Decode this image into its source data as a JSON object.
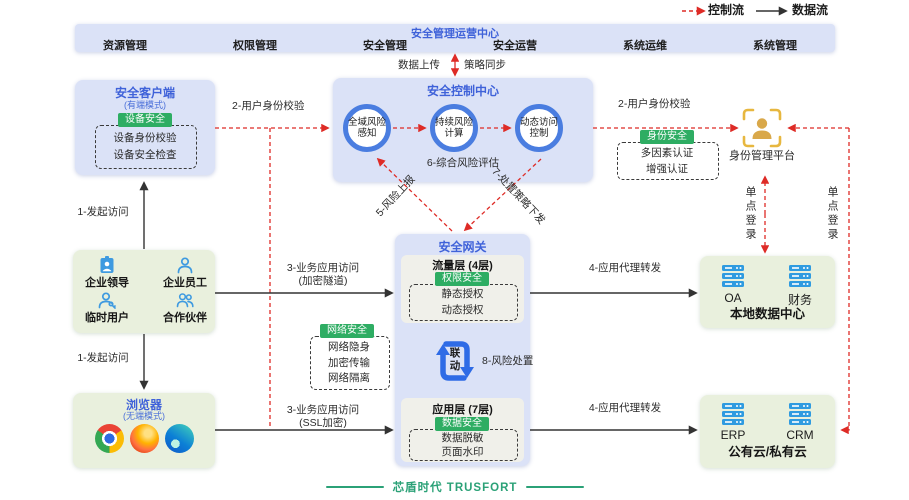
{
  "colors": {
    "accent_blue": "#3f62d9",
    "panel_blue": "#dbe2f7",
    "panel_green": "#e9f0dd",
    "inner_panel": "#f0f0ea",
    "badge_green": "#2ead63",
    "flow_red": "#de2b26",
    "flow_black": "#333333",
    "icon_blue": "#2f9be0",
    "brand_teal": "#2ba177",
    "scan_yellow": "#e7b73f"
  },
  "legend": {
    "control_flow": "控制流",
    "data_flow": "数据流"
  },
  "ops_center": {
    "title": "安全管理运营中心",
    "items": [
      "资源管理",
      "权限管理",
      "安全管理",
      "安全运营",
      "系统运维",
      "系统管理"
    ]
  },
  "sync": {
    "upload": "数据上传",
    "policy": "策略同步"
  },
  "control_center": {
    "title": "安全控制中心",
    "nodes": [
      "全域风险感知",
      "持续风险计算",
      "动态访问控制"
    ],
    "assessment": "6-综合风险评估"
  },
  "client": {
    "title": "安全客户端",
    "subtitle": "(有端模式)",
    "badge": "设备安全",
    "items": [
      "设备身份校验",
      "设备安全检查"
    ]
  },
  "identity_platform": {
    "label": "身份管理平台",
    "badge": "身份安全",
    "items": [
      "多因素认证",
      "增强认证"
    ],
    "icon": "person-scan-icon"
  },
  "gateway": {
    "title": "安全网关",
    "traffic_layer": {
      "title": "流量层 (4层)",
      "badge": "权限安全",
      "items": [
        "静态授权",
        "动态授权"
      ]
    },
    "linkage": "联动",
    "app_layer": {
      "title": "应用层 (7层)",
      "badge": "数据安全",
      "items": [
        "数据脱敏",
        "页面水印"
      ]
    }
  },
  "network_security": {
    "badge": "网络安全",
    "items": [
      "网络隐身",
      "加密传输",
      "网络隔离"
    ]
  },
  "users": {
    "items": [
      {
        "label": "企业领导",
        "icon": "id-badge-icon"
      },
      {
        "label": "企业员工",
        "icon": "person-icon"
      },
      {
        "label": "临时用户",
        "icon": "person-key-icon"
      },
      {
        "label": "合作伙伴",
        "icon": "people-icon"
      }
    ]
  },
  "browser": {
    "title": "浏览器",
    "subtitle": "(无端模式)",
    "icons": [
      "chrome-icon",
      "firefox-icon",
      "edge-icon"
    ]
  },
  "datacenter": {
    "apps": [
      "OA",
      "财务"
    ],
    "label": "本地数据中心",
    "icon": "server-icon"
  },
  "cloud": {
    "apps": [
      "ERP",
      "CRM"
    ],
    "label": "公有云/私有云",
    "icon": "server-icon"
  },
  "flow_labels": {
    "user_auth_left": "2-用户身份校验",
    "user_auth_right": "2-用户身份校验",
    "initiate_top": "1-发起访问",
    "initiate_bottom": "1-发起访问",
    "app_access_tunnel": "3-业务应用访问",
    "app_access_tunnel_note": "(加密隧道)",
    "app_access_ssl": "3-业务应用访问",
    "app_access_ssl_note": "(SSL加密)",
    "proxy_forward_top": "4-应用代理转发",
    "proxy_forward_bottom": "4-应用代理转发",
    "risk_report": "5-风险上报",
    "policy_dispatch": "7-处置策略下发",
    "risk_handle": "8-风险处置",
    "sso_left": "单点登录",
    "sso_right": "单点登录"
  },
  "footer": {
    "brand": "芯盾时代 TRUSFORT"
  }
}
